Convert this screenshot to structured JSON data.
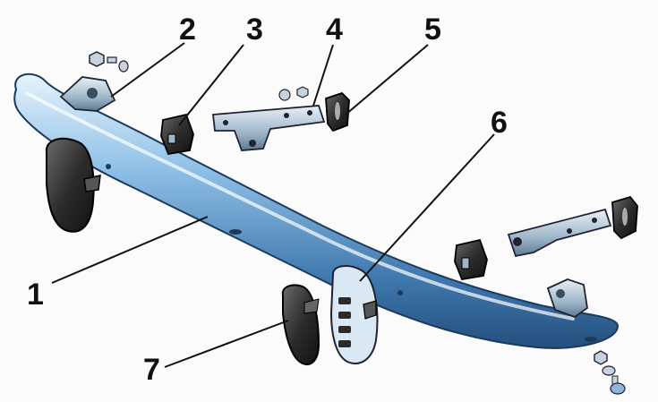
{
  "callouts": [
    {
      "id": "1",
      "label": "1"
    },
    {
      "id": "2",
      "label": "2"
    },
    {
      "id": "3",
      "label": "3"
    },
    {
      "id": "4",
      "label": "4"
    },
    {
      "id": "5",
      "label": "5"
    },
    {
      "id": "6",
      "label": "6"
    },
    {
      "id": "7",
      "label": "7"
    }
  ],
  "colors": {
    "bumper_light": "#cfe6f7",
    "bumper_mid": "#6aa6d6",
    "bumper_dark": "#2f5f93",
    "rubber": "#2b2b2b",
    "metal": "#9fb7c9",
    "line": "#111111"
  }
}
